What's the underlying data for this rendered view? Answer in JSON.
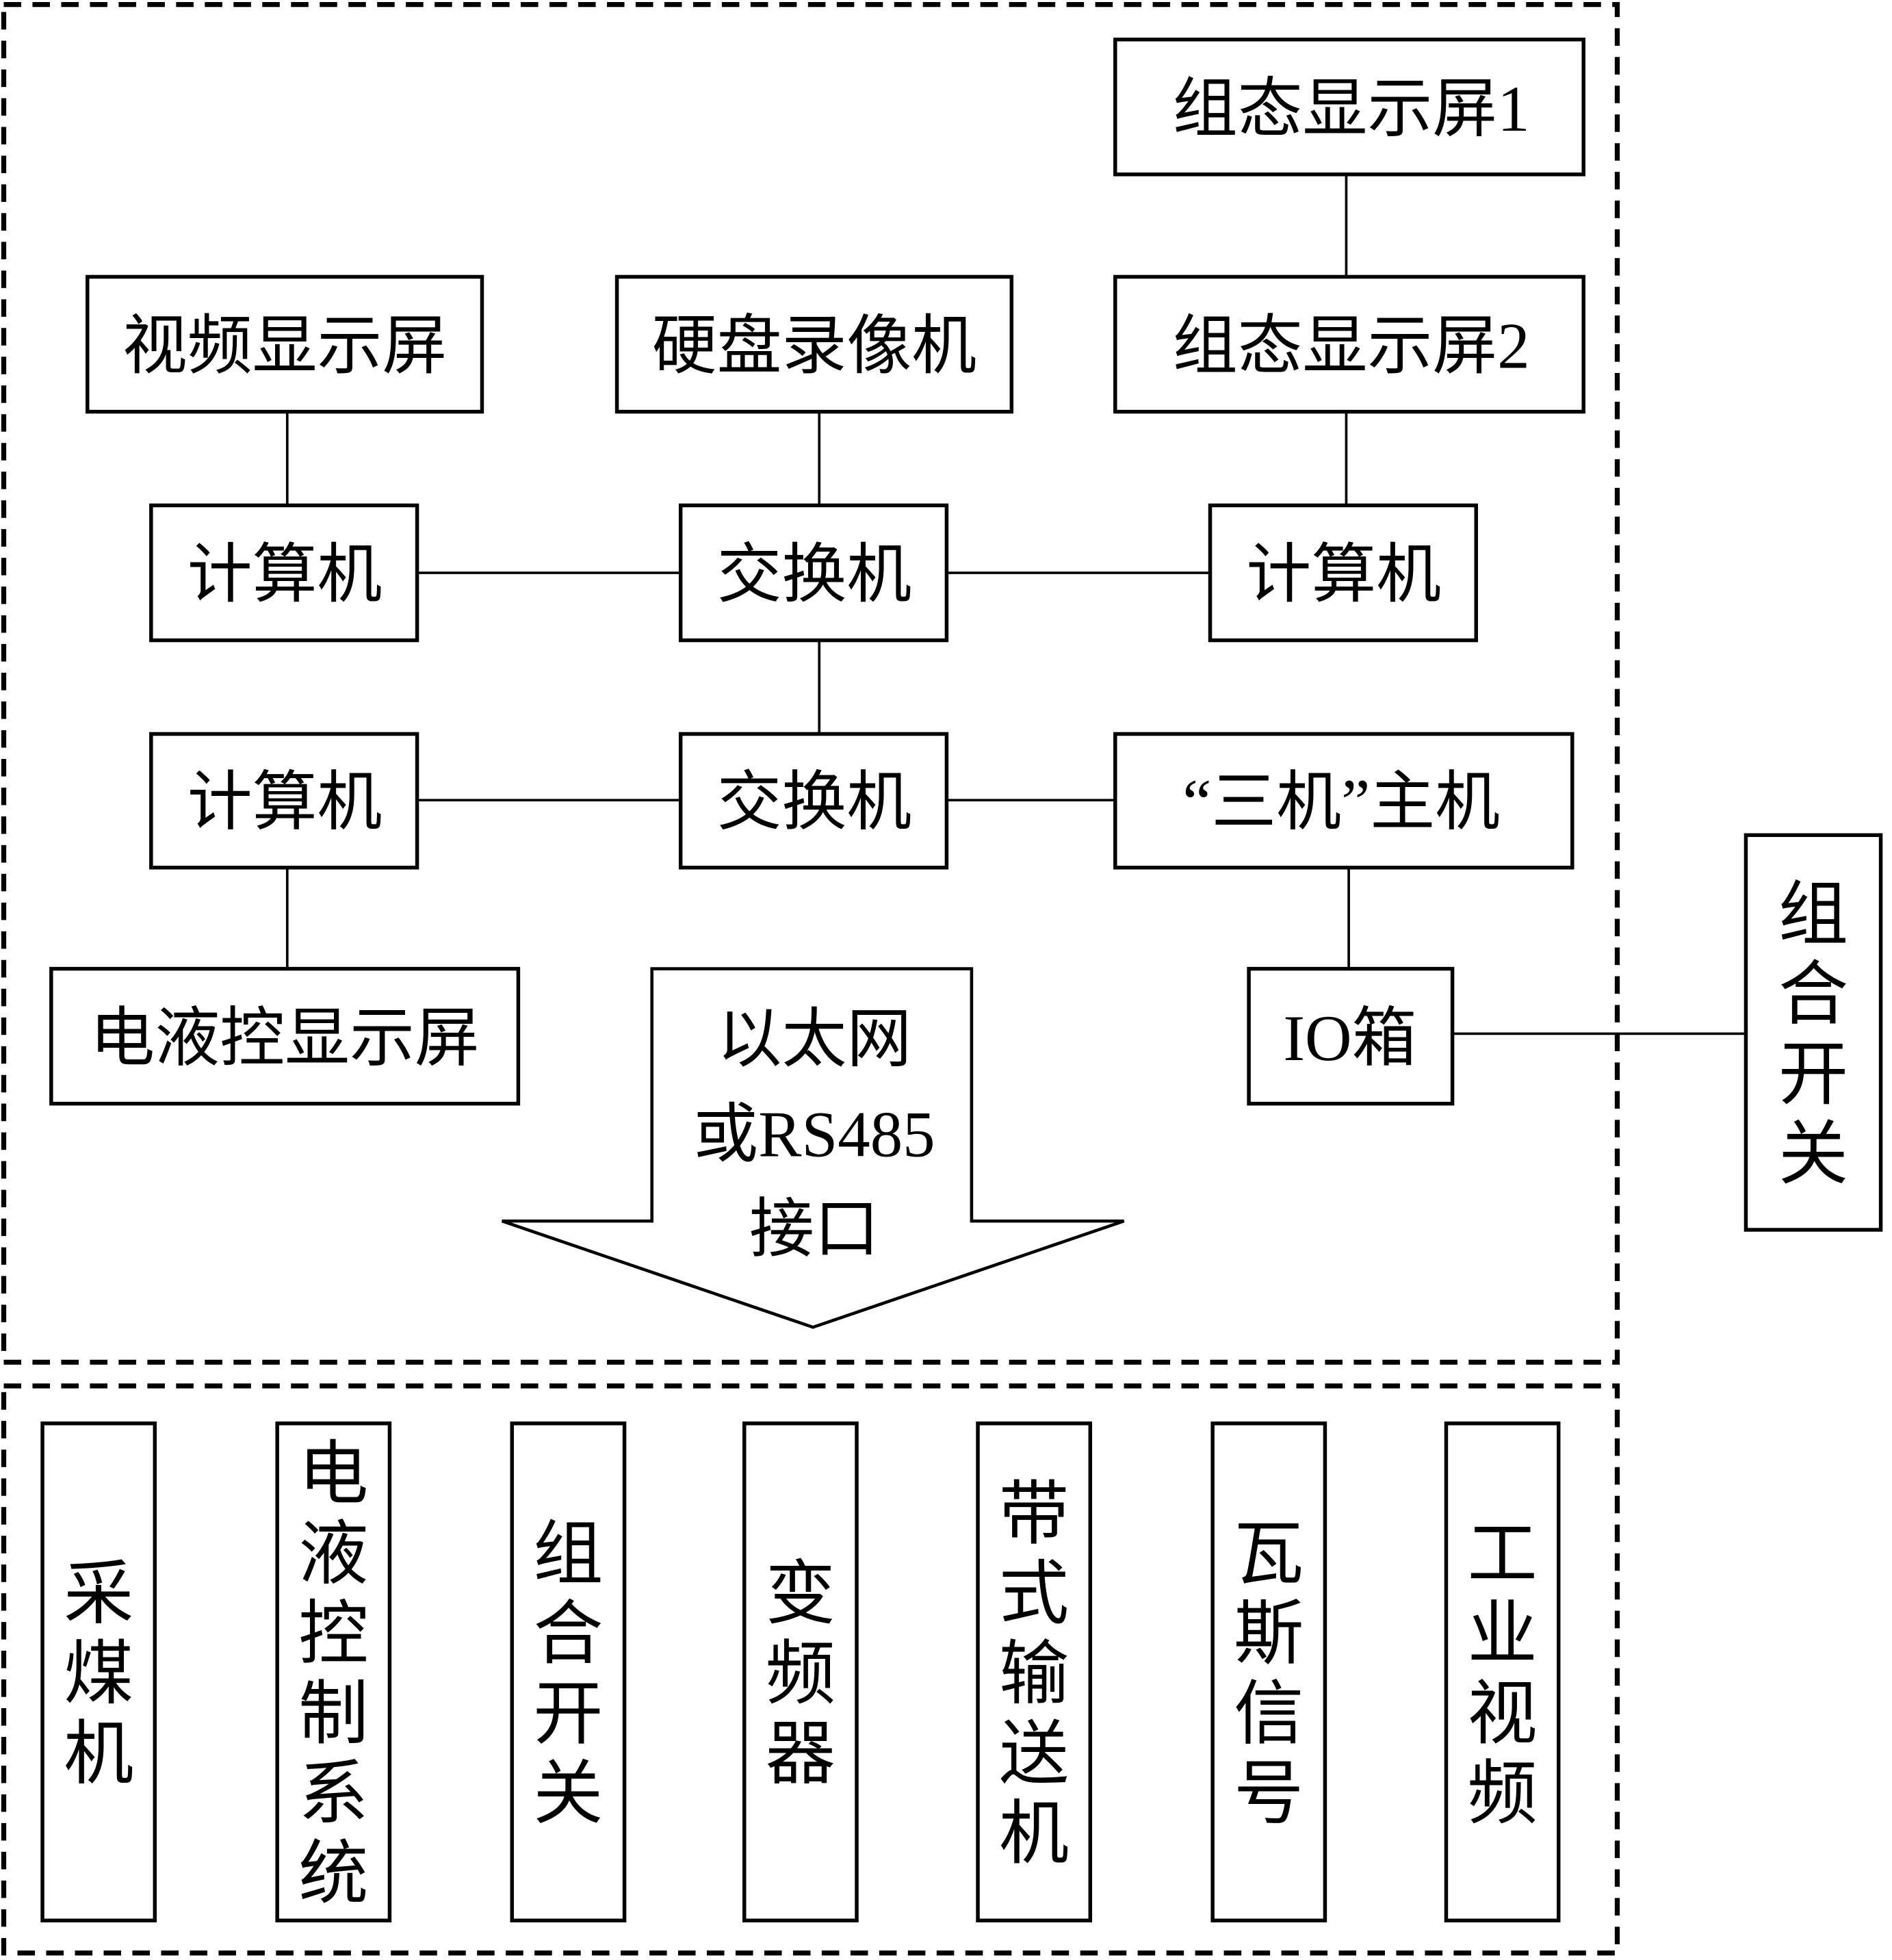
{
  "diagram": {
    "type": "system-block-diagram",
    "colors": {
      "line": "#000000",
      "background": "#ffffff"
    },
    "groups": {
      "upper": {
        "name": "control-center",
        "style": "dashed"
      },
      "lower": {
        "name": "field-devices",
        "style": "dashed"
      }
    },
    "nodes": {
      "config_screen_1": {
        "label": "组态显示屏1"
      },
      "config_screen_2": {
        "label": "组态显示屏2"
      },
      "video_screen": {
        "label": "视频显示屏"
      },
      "dvr": {
        "label": "硬盘录像机"
      },
      "computer_left_top": {
        "label": "计算机"
      },
      "switch_top": {
        "label": "交换机"
      },
      "computer_right": {
        "label": "计算机"
      },
      "computer_left_bottom": {
        "label": "计算机"
      },
      "switch_bottom": {
        "label": "交换机"
      },
      "three_machine_host": {
        "label": "“三机”主机"
      },
      "ehc_screen": {
        "label": "电液控显示屏"
      },
      "io_box": {
        "label": "IO箱"
      },
      "combo_switch_ext": {
        "label": "组合开关"
      }
    },
    "interface_arrow": {
      "lines": [
        "以太网",
        "或RS485",
        "接口"
      ]
    },
    "field_devices": [
      {
        "label": "采煤机"
      },
      {
        "label": "电液控制系统"
      },
      {
        "label": "组合开关"
      },
      {
        "label": "变频器"
      },
      {
        "label": "带式输送机"
      },
      {
        "label": "瓦斯信号"
      },
      {
        "label": "工业视频"
      }
    ],
    "connections": [
      [
        "config_screen_1",
        "config_screen_2"
      ],
      [
        "config_screen_2",
        "computer_right"
      ],
      [
        "video_screen",
        "computer_left_top"
      ],
      [
        "dvr",
        "switch_top"
      ],
      [
        "computer_left_top",
        "switch_top"
      ],
      [
        "switch_top",
        "computer_right"
      ],
      [
        "switch_top",
        "switch_bottom"
      ],
      [
        "computer_left_bottom",
        "switch_bottom"
      ],
      [
        "switch_bottom",
        "three_machine_host"
      ],
      [
        "computer_left_bottom",
        "ehc_screen"
      ],
      [
        "three_machine_host",
        "io_box"
      ],
      [
        "io_box",
        "combo_switch_ext"
      ]
    ]
  }
}
